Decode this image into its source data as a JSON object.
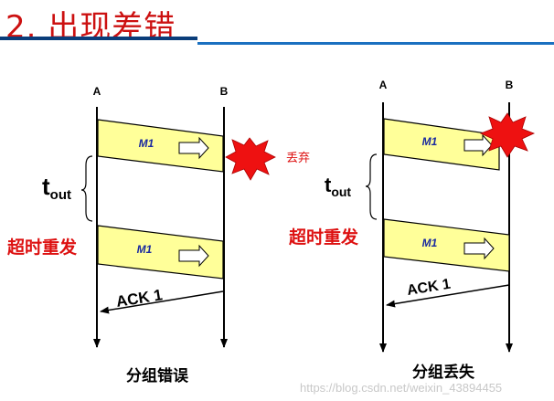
{
  "page": {
    "title": "2. 出现差错",
    "accent_color": "#cc1111",
    "rule_colors": [
      "#0a3d7a",
      "#1a70c0"
    ]
  },
  "panels": [
    {
      "node_a": "A",
      "node_b": "B",
      "frame1_label": "M1",
      "discard_note": "丢弃",
      "timeout_base": "t",
      "timeout_sub": "out",
      "retransmit_label": "超时重发",
      "frame2_label": "M1",
      "ack_label": "ACK 1",
      "caption": "分组错误",
      "frame_color": "#ffff99",
      "burst_color": "#ee1111"
    },
    {
      "node_a": "A",
      "node_b": "B",
      "frame1_label": "M1",
      "timeout_base": "t",
      "timeout_sub": "out",
      "retransmit_label": "超时重发",
      "frame2_label": "M1",
      "ack_label": "ACK 1",
      "caption": "分组丢失",
      "frame_color": "#ffff99",
      "burst_color": "#ee1111"
    }
  ],
  "watermark": "https://blog.csdn.net/weixin_43894455"
}
